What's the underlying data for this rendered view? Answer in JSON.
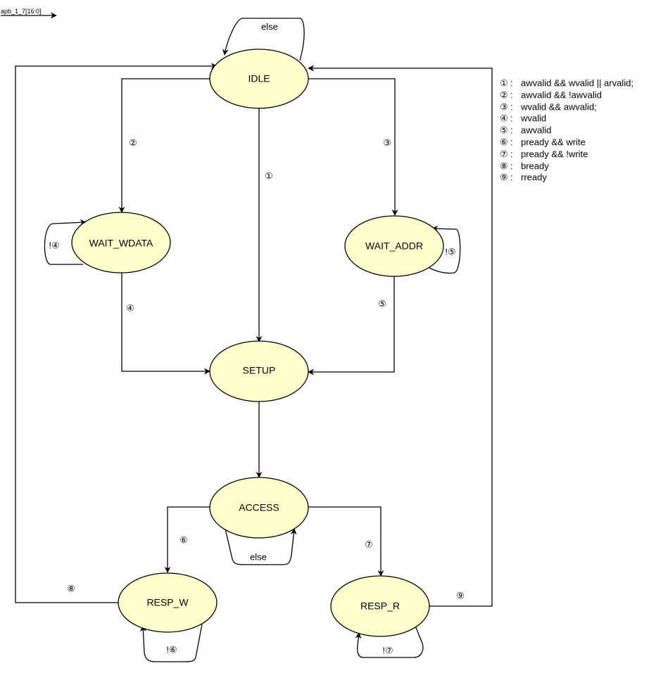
{
  "signal_label": "apb_1_7[16:0]",
  "states": {
    "idle": "IDLE",
    "wait_wdata": "WAIT_WDATA",
    "wait_addr": "WAIT_ADDR",
    "setup": "SETUP",
    "access": "ACCESS",
    "resp_w": "RESP_W",
    "resp_r": "RESP_R"
  },
  "edge_labels": {
    "idle_self": "else",
    "idle_to_setup": "①",
    "idle_to_wait_wdata": "②",
    "idle_to_wait_addr": "③",
    "wait_wdata_self": "!④",
    "wait_wdata_to_setup": "④",
    "wait_addr_self": "!⑤",
    "wait_addr_to_setup": "⑤",
    "access_self": "else",
    "access_to_resp_w": "⑥",
    "access_to_resp_r": "⑦",
    "resp_w_self": "!⑥",
    "resp_r_self": "!⑦",
    "resp_w_to_idle": "⑧",
    "resp_r_to_idle": "⑨"
  },
  "legend": [
    {
      "num": "①",
      "text": "awvalid && wvalid || arvalid;"
    },
    {
      "num": "②",
      "text": "awvalid && !awvalid"
    },
    {
      "num": "③",
      "text": "wvalid  && awvalid;"
    },
    {
      "num": "④",
      "text": "wvalid"
    },
    {
      "num": "⑤",
      "text": "awvalid"
    },
    {
      "num": "⑥",
      "text": "pready && write"
    },
    {
      "num": "⑦",
      "text": "pready && !write"
    },
    {
      "num": "⑧",
      "text": "bready"
    },
    {
      "num": "⑨",
      "text": "rready"
    }
  ],
  "colors": {
    "state_fill": "#ffffcc",
    "stroke": "#000000"
  }
}
